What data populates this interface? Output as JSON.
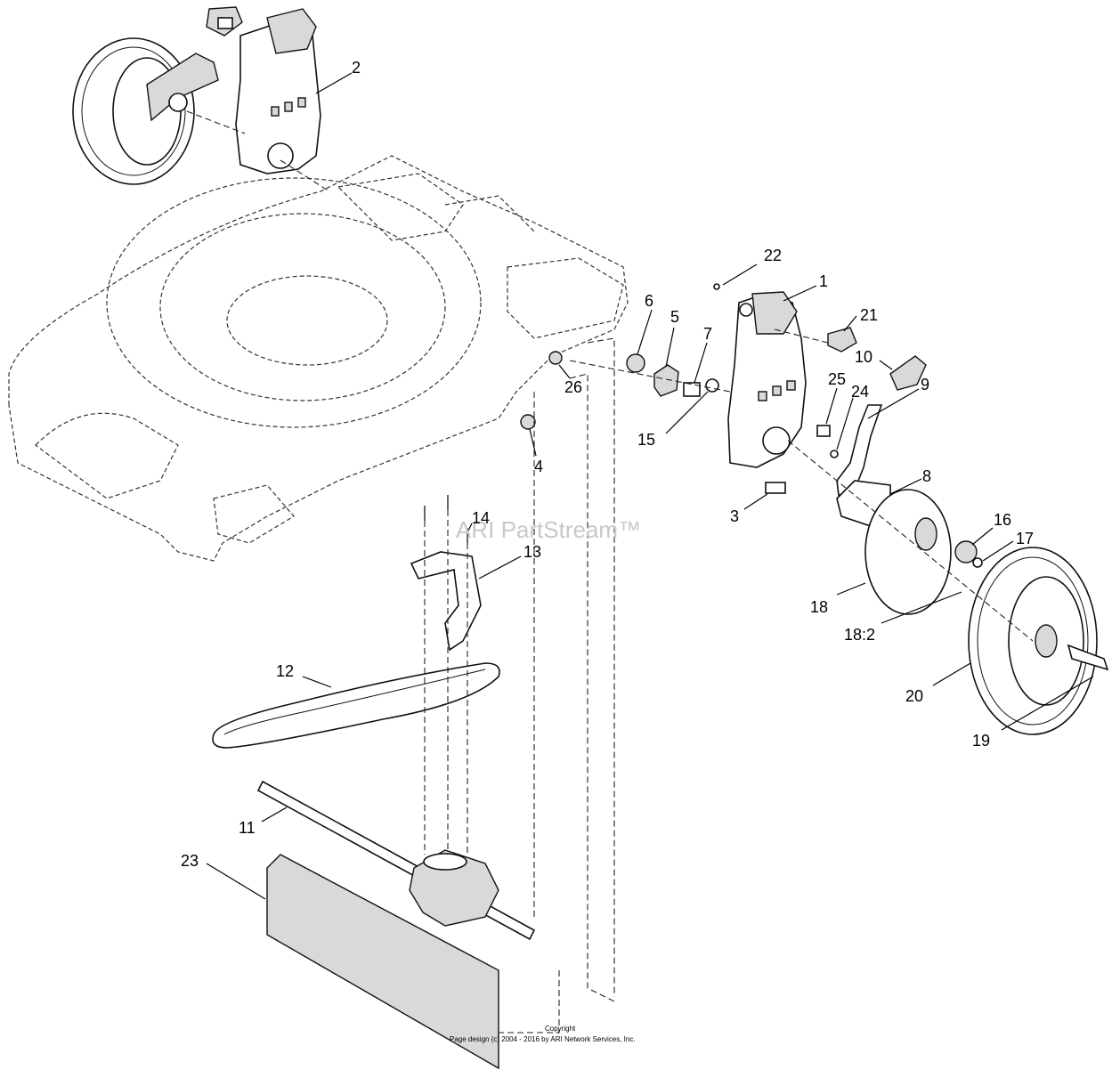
{
  "watermark": "ARI PartStream™",
  "copyright": {
    "line1": "Copyright",
    "line2": "Page design (c) 2004 - 2016 by ARI Network Services, Inc."
  },
  "callouts": [
    "1",
    "2",
    "3",
    "4",
    "5",
    "6",
    "7",
    "8",
    "9",
    "10",
    "11",
    "12",
    "13",
    "14",
    "15",
    "16",
    "17",
    "18",
    "18:2",
    "19",
    "20",
    "21",
    "22",
    "23",
    "24",
    "25",
    "26"
  ]
}
